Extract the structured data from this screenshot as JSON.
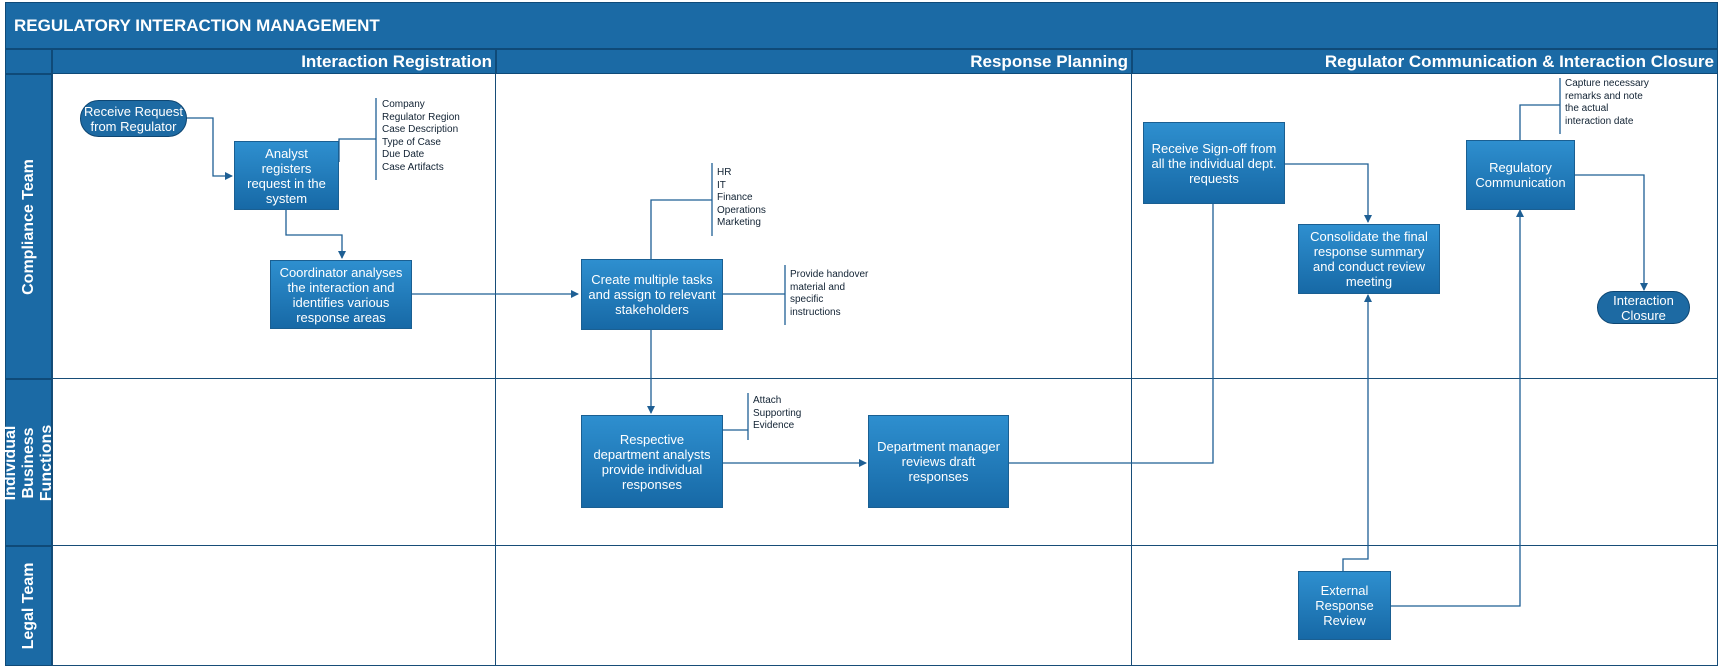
{
  "title": "REGULATORY INTERACTION MANAGEMENT",
  "phases": [
    "Interaction Registration",
    "Response Planning",
    "Regulator Communication & Interaction Closure"
  ],
  "lanes": [
    "Compliance Team",
    "Individual Business Functions",
    "Legal Team"
  ],
  "nodes": {
    "receive_request": "Receive Request from Regulator",
    "analyst_registers": "Analyst registers request in the system",
    "coordinator_analyses": "Coordinator analyses the interaction and identifies various response areas",
    "create_tasks": "Create multiple tasks and assign to relevant stakeholders",
    "dept_analysts": "Respective department analysts provide individual responses",
    "dept_manager": "Department manager reviews draft responses",
    "receive_signoff": "Receive Sign-off from all the individual dept. requests",
    "consolidate": "Consolidate the final response summary and conduct review meeting",
    "external_review": "External Response Review",
    "regulatory_comm": "Regulatory Communication",
    "interaction_closure": "Interaction Closure"
  },
  "notes": {
    "case_fields": "Company\nRegulator Region\nCase Description\nType of Case\nDue Date\nCase Artifacts",
    "departments": "HR\nIT\nFinance\nOperations\nMarketing",
    "handover": "Provide handover\nmaterial and\nspecific\ninstructions",
    "evidence": "Attach\nSupporting\nEvidence",
    "remarks": "Capture necessary\nremarks and note\nthe actual\ninteraction date"
  },
  "colors": {
    "header": "#1b6aa5",
    "box_top": "#2e8fcf",
    "box_bottom": "#1769a6",
    "line": "#1e5f94"
  }
}
